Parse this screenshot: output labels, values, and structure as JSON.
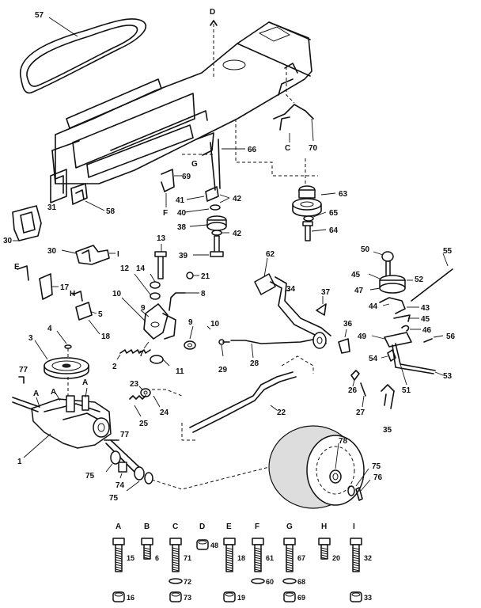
{
  "callouts": [
    "57",
    "D",
    "31",
    "58",
    "30",
    "66",
    "69",
    "F",
    "G",
    "C",
    "70",
    "63",
    "41",
    "42",
    "40",
    "38",
    "42",
    "65",
    "64",
    "39",
    "13",
    "14",
    "12",
    "21",
    "8",
    "9",
    "10",
    "10",
    "9",
    "7",
    "11",
    "29",
    "28",
    "62",
    "34",
    "37",
    "36",
    "50",
    "55",
    "45",
    "52",
    "47",
    "44",
    "43",
    "45",
    "46",
    "49",
    "56",
    "54",
    "53",
    "51",
    "26",
    "27",
    "35",
    "22",
    "23",
    "24",
    "25",
    "4",
    "3",
    "77",
    "A",
    "A",
    "A",
    "2",
    "1",
    "77",
    "75",
    "74",
    "75",
    "78",
    "75",
    "76",
    "E",
    "17",
    "H",
    "5",
    "18",
    "30",
    "I"
  ],
  "hardware": [
    {
      "letter": "A",
      "bolt": "15",
      "nut": "16"
    },
    {
      "letter": "B",
      "bolt": "6"
    },
    {
      "letter": "C",
      "bolt": "71",
      "washer": "72",
      "nut": "73"
    },
    {
      "letter": "D",
      "nut": "48"
    },
    {
      "letter": "E",
      "bolt": "18",
      "nut": "19"
    },
    {
      "letter": "F",
      "bolt": "61",
      "washer": "60"
    },
    {
      "letter": "G",
      "bolt": "67",
      "washer": "68",
      "nut": "69"
    },
    {
      "letter": "H",
      "bolt": "20"
    },
    {
      "letter": "I",
      "bolt": "32",
      "nut": "33"
    }
  ]
}
